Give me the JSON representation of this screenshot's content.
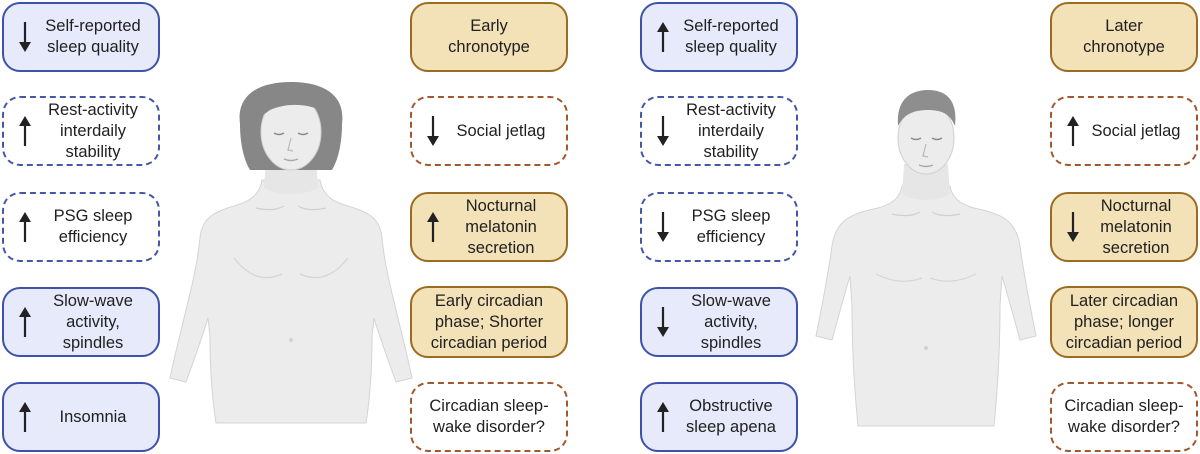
{
  "left_panel": {
    "traits": [
      {
        "direction": "down",
        "text": "Self-reported\nsleep quality"
      },
      {
        "direction": "up",
        "text": "Rest-activity\ninterdaily\nstability"
      },
      {
        "direction": "up",
        "text": "PSG sleep\nefficiency"
      },
      {
        "direction": "up",
        "text": "Slow-wave\nactivity,\nspindles"
      },
      {
        "direction": "up",
        "text": "Insomnia"
      }
    ],
    "chronotype": [
      {
        "direction": "",
        "text": "Early\nchronotype"
      },
      {
        "direction": "down",
        "text": "Social jetlag"
      },
      {
        "direction": "up",
        "text": "Nocturnal\nmelatonin\nsecretion"
      },
      {
        "direction": "",
        "text": "Early circadian\nphase; Shorter\ncircadian period"
      },
      {
        "direction": "",
        "text": "Circadian sleep-\nwake disorder?"
      }
    ]
  },
  "right_panel": {
    "traits": [
      {
        "direction": "up",
        "text": "Self-reported\nsleep quality"
      },
      {
        "direction": "down",
        "text": "Rest-activity\ninterdaily\nstability"
      },
      {
        "direction": "down",
        "text": "PSG sleep\nefficiency"
      },
      {
        "direction": "down",
        "text": "Slow-wave\nactivity,\nspindles"
      },
      {
        "direction": "up",
        "text": "Obstructive\nsleep apena"
      }
    ],
    "chronotype": [
      {
        "direction": "",
        "text": "Later\nchronotype"
      },
      {
        "direction": "up",
        "text": "Social jetlag"
      },
      {
        "direction": "down",
        "text": "Nocturnal\nmelatonin\nsecretion"
      },
      {
        "direction": "",
        "text": "Later circadian\nphase; longer\ncircadian period"
      },
      {
        "direction": "",
        "text": "Circadian sleep-\nwake disorder?"
      }
    ]
  },
  "figures": {
    "left": "female-body-illustration",
    "right": "male-body-illustration"
  },
  "colors": {
    "blue_fill": "#e6eafb",
    "blue_border": "#3d52a8",
    "tan_fill": "#f3e1b7",
    "tan_border": "#9a6c21",
    "dashed_tan_border": "#a0582e",
    "skin": "#eaeaea",
    "hair_female": "#878787",
    "hair_male": "#8e8e8e"
  },
  "icons": {
    "up": "up-arrow-icon",
    "down": "down-arrow-icon"
  }
}
